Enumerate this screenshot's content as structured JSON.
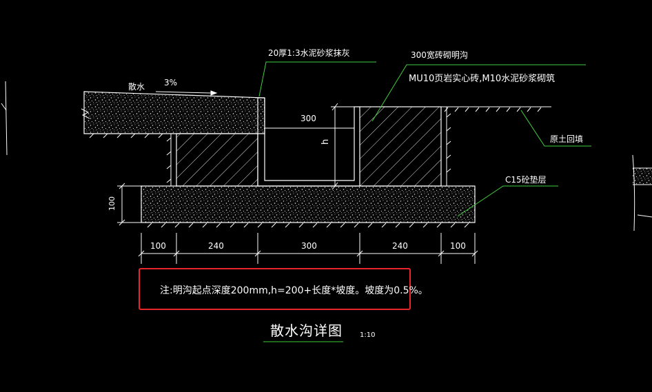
{
  "drawing": {
    "title": "散水沟详图",
    "scale": "1:10",
    "note": "注:明沟起点深度200mm,h=200+长度*坡度。坡度为0.5%。"
  },
  "labels": {
    "plaster": "20厚1:3水泥砂浆抹灰",
    "brick_wall": "300宽砖砌明沟",
    "brick_spec": "MU10页岩实心砖,M10水泥砂浆砌筑",
    "backfill": "原土回填",
    "cushion": "C15砼垫层",
    "apron": "散水",
    "slope": "3%",
    "inner_width": "300",
    "depth_h": "h",
    "cushion_thickness": "100"
  },
  "dimensions": [
    "100",
    "240",
    "300",
    "240",
    "100"
  ],
  "colors": {
    "background": "#000000",
    "line": "#ffffff",
    "leader": "#3fcf3f",
    "highlight": "#e8262a"
  }
}
